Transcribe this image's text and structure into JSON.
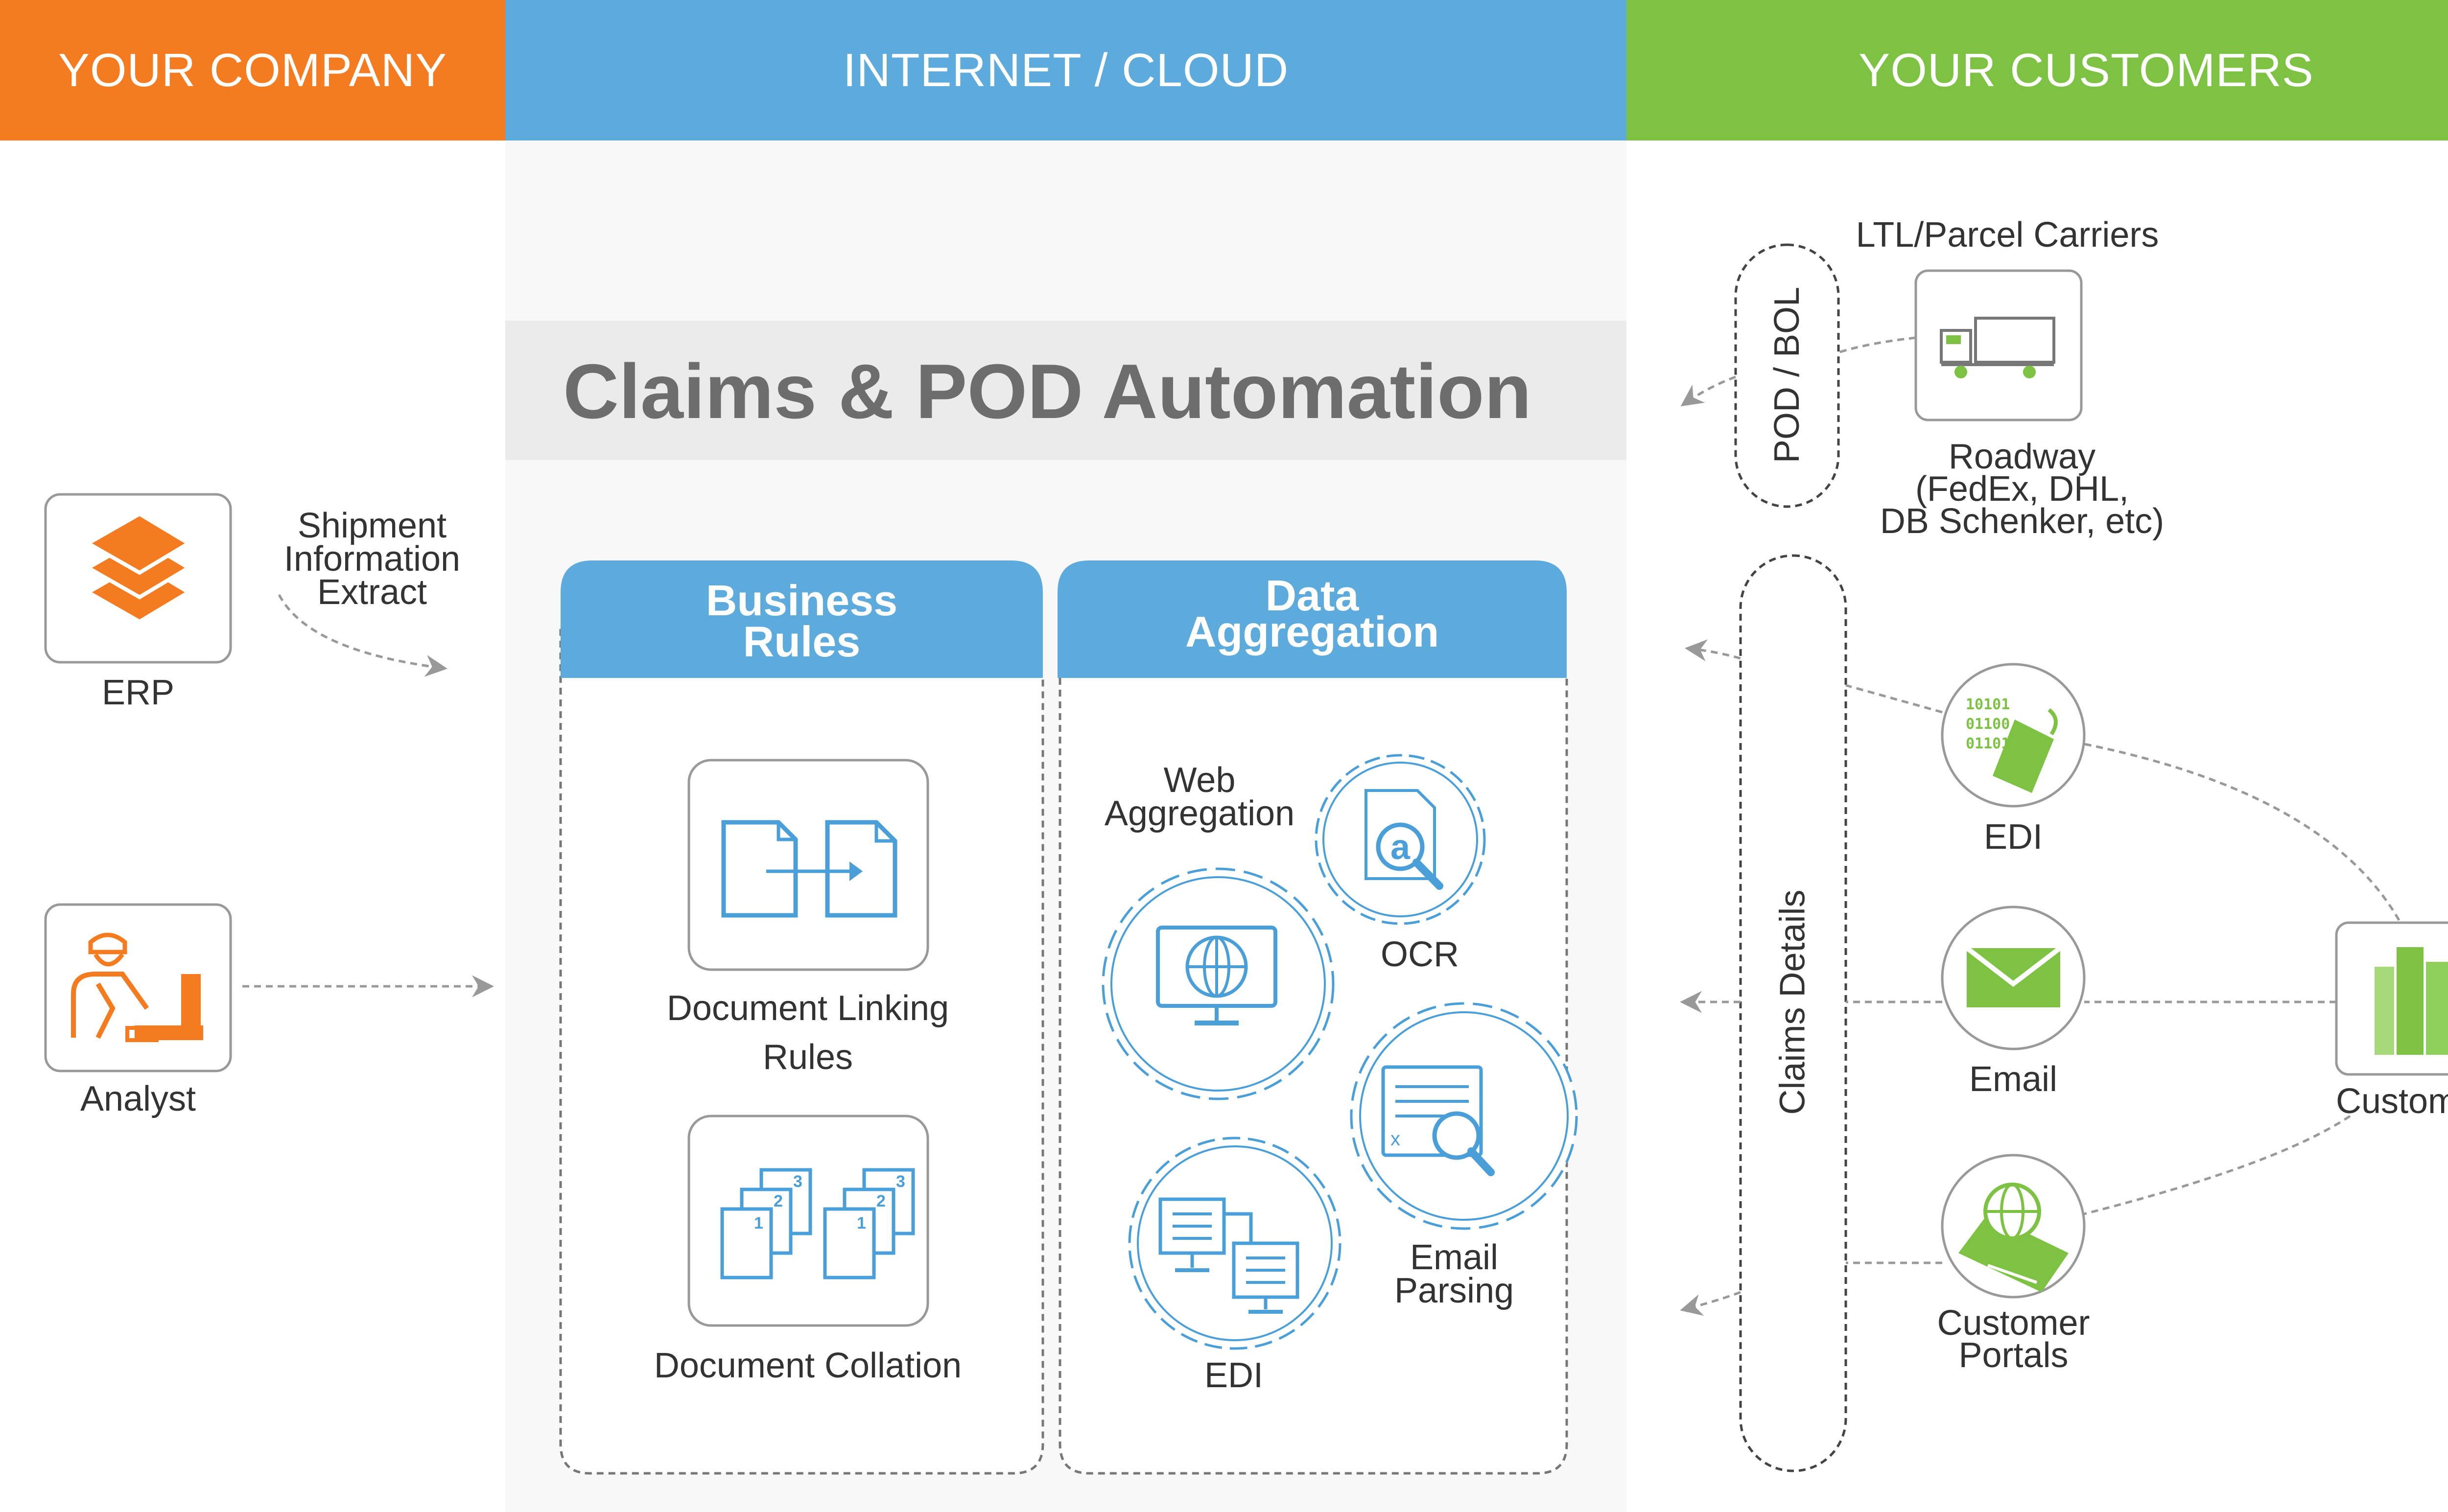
{
  "headers": {
    "company": "YOUR COMPANY",
    "cloud": "INTERNET / CLOUD",
    "customers": "YOUR CUSTOMERS"
  },
  "colors": {
    "company": "#F47B20",
    "cloud": "#5DAADD",
    "customers": "#7DC243",
    "icon_orange": "#F47B20",
    "icon_blue": "#4A9FD8",
    "icon_green": "#7DC243"
  },
  "title": "Claims & POD Automation",
  "left": {
    "erp_label": "ERP",
    "erp_icon": "stacked-layers-icon",
    "shipment_label": "Shipment\nInformation\nExtract",
    "analyst_label": "Analyst",
    "analyst_icon": "worker-at-desk-icon"
  },
  "business_rules": {
    "title": "Business\nRules",
    "linking_label": "Document Linking\nRules",
    "linking_icon": "document-link-icon",
    "collation_label": "Document Collation",
    "collation_icon": "document-stacks-icon"
  },
  "data_aggregation": {
    "title": "Data\nAggregation",
    "web_label": "Web\nAggregation",
    "ocr_label": "OCR",
    "email_label": "Email\nParsing",
    "edi_label": "EDI"
  },
  "right": {
    "carriers_label": "LTL/Parcel Carriers",
    "roadway_label": "Roadway\n(FedEx, DHL,\nDB Schenker, etc)",
    "pod_bol_label": "POD / BOL",
    "claims_details_label": "Claims Details",
    "edi_label": "EDI",
    "edi_binary": [
      "10101",
      "01100",
      "01101"
    ],
    "email_label": "Email",
    "portals_label": "Customer\nPortals",
    "customers_label": "Customers"
  }
}
